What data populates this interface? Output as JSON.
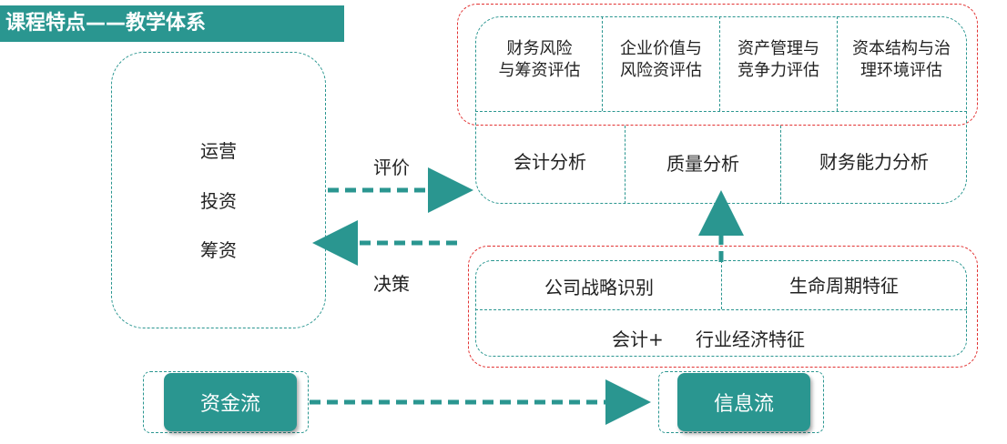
{
  "title": "课程特点——教学体系",
  "left_items": [
    "运营",
    "投资",
    "筹资"
  ],
  "arrow_labels": {
    "evaluate": "评价",
    "decide": "决策"
  },
  "evaluation_items": [
    "财务风险\n与筹资评估",
    "企业价值与\n风险资评估",
    "资产管理与\n竞争力评估",
    "资本结构与治\n理环境评估"
  ],
  "analysis_items": [
    "会计分析",
    "质量分析",
    "财务能力分析"
  ],
  "basis_top": [
    "公司战略识别",
    "生命周期特征"
  ],
  "basis_bottom": {
    "part1": "会计+",
    "part2": "行业经济特征"
  },
  "buttons": {
    "capital_flow": "资金流",
    "info_flow": "信息流"
  },
  "colors": {
    "teal": "#2a9690",
    "red": "#e23333"
  }
}
